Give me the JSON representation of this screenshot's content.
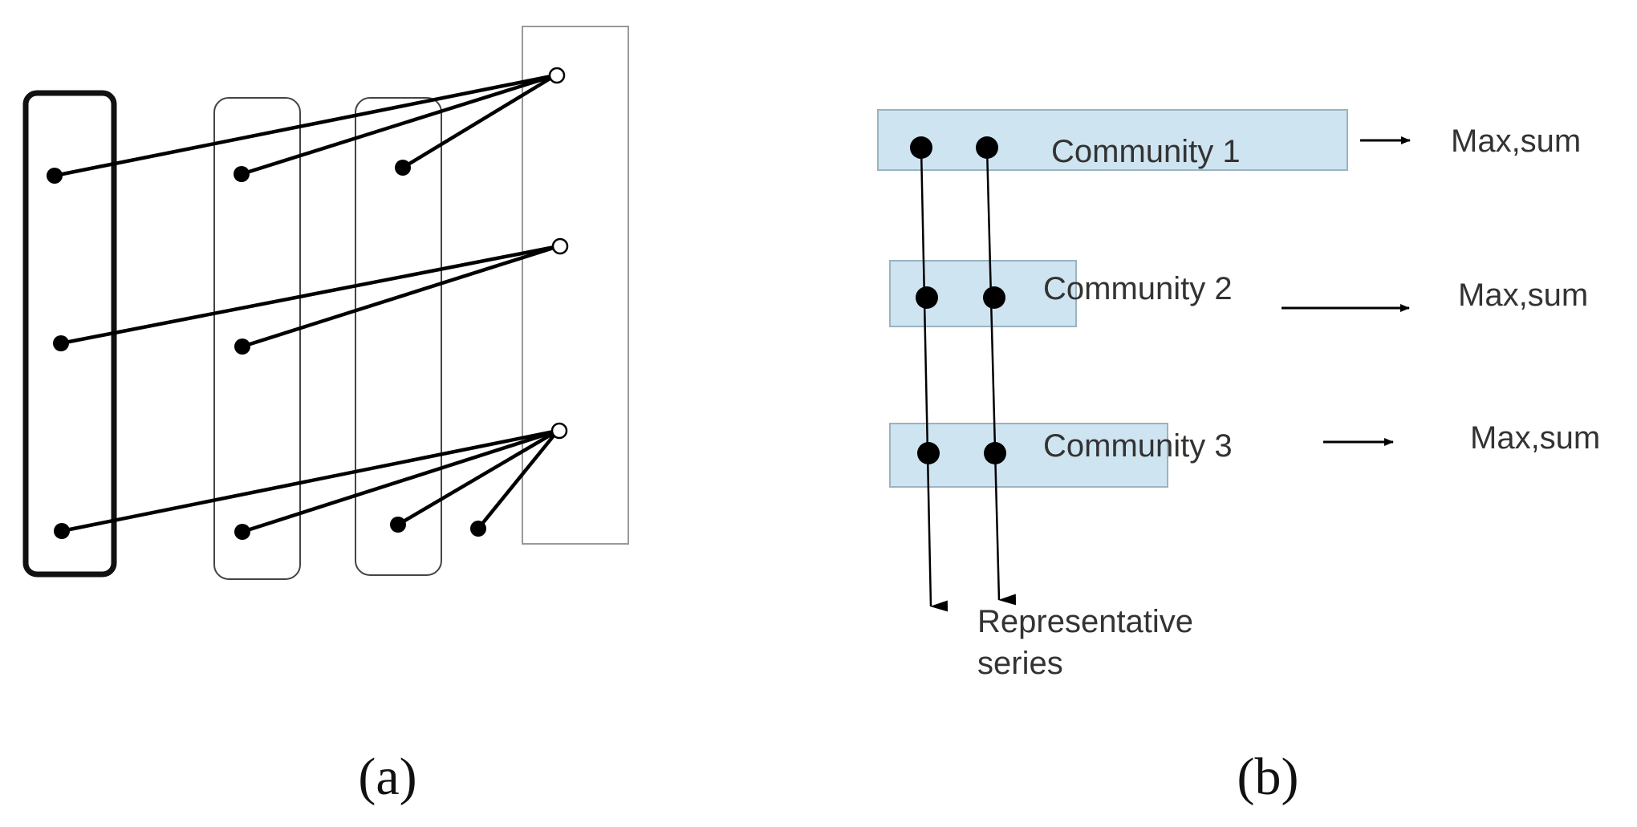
{
  "panels": {
    "a": {
      "caption": "(a)"
    },
    "b": {
      "caption": "(b)",
      "communities": [
        {
          "label": "Community 1",
          "output": "Max,sum"
        },
        {
          "label": "Community 2",
          "output": "Max,sum"
        },
        {
          "label": "Community 3",
          "output": "Max,sum"
        }
      ],
      "result_label_line1": "Representative",
      "result_label_line2": "series"
    }
  },
  "colors": {
    "community_fill": "#cfe4f1",
    "community_stroke": "#9bb3c2",
    "line": "#000000"
  }
}
